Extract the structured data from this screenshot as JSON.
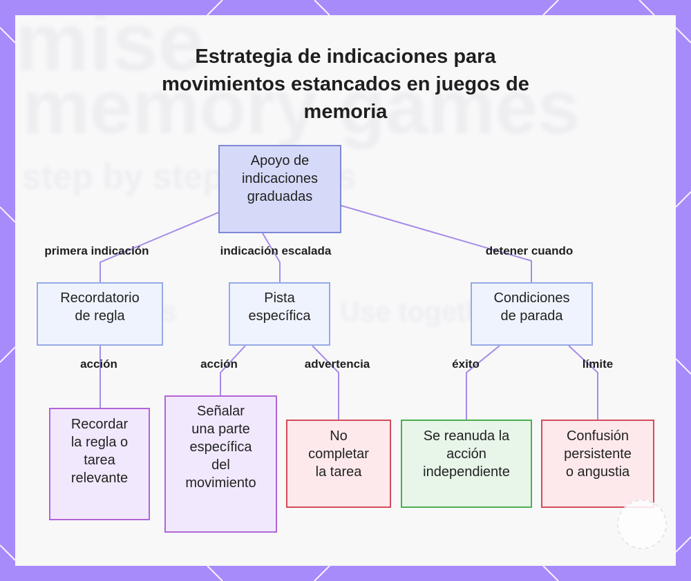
{
  "title_lines": [
    "Estrategia de indicaciones para",
    "movimientos estancados en juegos de",
    "memoria"
  ],
  "colors": {
    "frame": "#a78bfa",
    "edge": "#a58ae6",
    "root_fill": "#d6daf9",
    "mid_fill": "#eef3fd",
    "action_fill": "#f2e8fd",
    "warning_fill": "#fde9ec",
    "success_fill": "#e8f5e9"
  },
  "nodes": {
    "root": {
      "lines": [
        "Apoyo de",
        "indicaciones",
        "graduadas"
      ]
    },
    "reminder": {
      "lines": [
        "Recordatorio",
        "de regla"
      ]
    },
    "hint": {
      "lines": [
        "Pista",
        "específica"
      ]
    },
    "stop": {
      "lines": [
        "Condiciones",
        "de parada"
      ]
    },
    "recall": {
      "lines": [
        "Recordar",
        "la regla o",
        "tarea",
        "relevante"
      ]
    },
    "point": {
      "lines": [
        "Señalar",
        "una parte",
        "específica",
        "del",
        "movimiento"
      ]
    },
    "incomplete": {
      "lines": [
        "No",
        "completar",
        "la tarea"
      ]
    },
    "resume": {
      "lines": [
        "Se reanuda la",
        "acción",
        "independiente"
      ]
    },
    "distress": {
      "lines": [
        "Confusión",
        "persistente",
        "o angustia"
      ]
    }
  },
  "edges": {
    "first": "primera indicación",
    "escalated": "indicación escalada",
    "stop_when": "detener cuando",
    "action1": "acción",
    "action2": "acción",
    "warning": "advertencia",
    "success": "éxito",
    "limit": "límite"
  },
  "background_text": [
    "mise",
    "memory games",
    "step by step seniors",
    "Cards",
    "Use together"
  ]
}
